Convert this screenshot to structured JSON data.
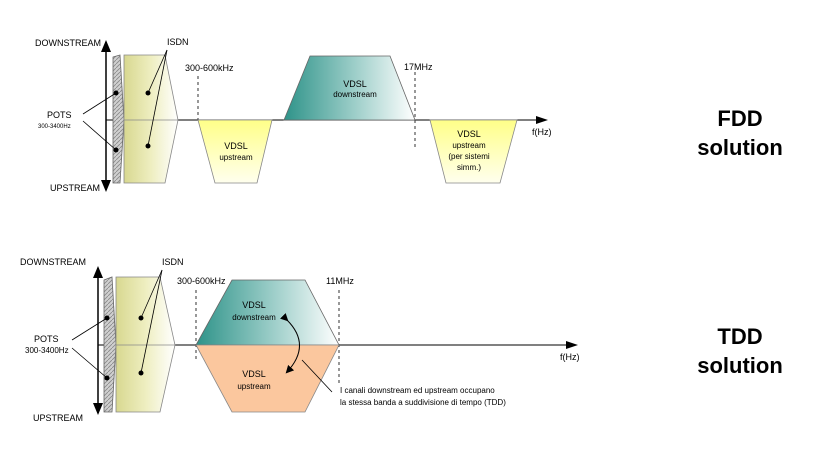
{
  "fdd": {
    "downstream": "DOWNSTREAM",
    "upstream": "UPSTREAM",
    "pots": "POTS",
    "pots_range": "300-3400Hz",
    "isdn": "ISDN",
    "freq_300_600": "300-600kHz",
    "freq_max": "17MHz",
    "axis": "f(Hz)",
    "vdsl_down_1": "VDSL",
    "vdsl_down_2": "downstream",
    "vdsl_up_1": "VDSL",
    "vdsl_up_2": "upstream",
    "vdsl_up2_1": "VDSL",
    "vdsl_up2_2": "upstream",
    "vdsl_up2_3": "(per sistemi",
    "vdsl_up2_4": "simm.)",
    "title_1": "FDD",
    "title_2": "solution"
  },
  "tdd": {
    "downstream": "DOWNSTREAM",
    "upstream": "UPSTREAM",
    "pots": "POTS",
    "pots_range": "300-3400Hz",
    "isdn": "ISDN",
    "freq_300_600": "300-600kHz",
    "freq_max": "11MHz",
    "axis": "f(Hz)",
    "vdsl_down_1": "VDSL",
    "vdsl_down_2": "downstream",
    "vdsl_up_1": "VDSL",
    "vdsl_up_2": "upstream",
    "note_1": "I canali downstream ed upstream occupano",
    "note_2": "la stessa banda a suddivisione di tempo (TDD)",
    "title_1": "TDD",
    "title_2": "solution"
  },
  "colors": {
    "isdn_fill": "#e6e6a0",
    "vdsl_down_dark": "#2e9389",
    "vdsl_up_fdd": "#ffff99",
    "vdsl_up_tdd": "#fbc79e"
  }
}
